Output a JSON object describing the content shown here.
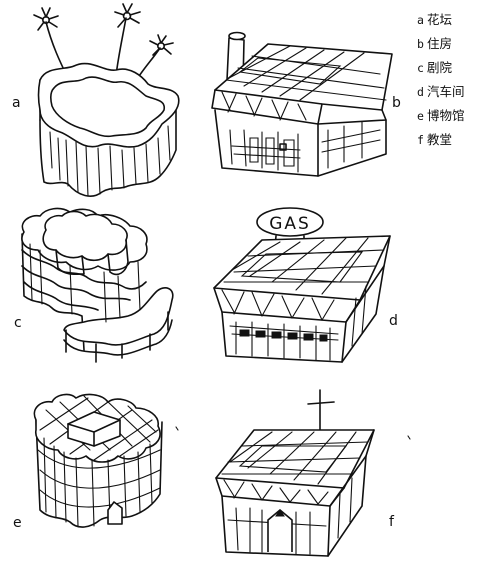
{
  "legend": [
    {
      "key": "a",
      "text": "花坛"
    },
    {
      "key": "b",
      "text": "住房"
    },
    {
      "key": "c",
      "text": "剧院"
    },
    {
      "key": "d",
      "text": "汽车间"
    },
    {
      "key": "e",
      "text": "博物馆"
    },
    {
      "key": "f",
      "text": "教堂"
    }
  ],
  "figures": {
    "a": {
      "label": "a"
    },
    "b": {
      "label": "b"
    },
    "c": {
      "label": "c"
    },
    "d": {
      "label": "d",
      "sign": "GAS"
    },
    "e": {
      "label": "e"
    },
    "f": {
      "label": "f"
    }
  }
}
